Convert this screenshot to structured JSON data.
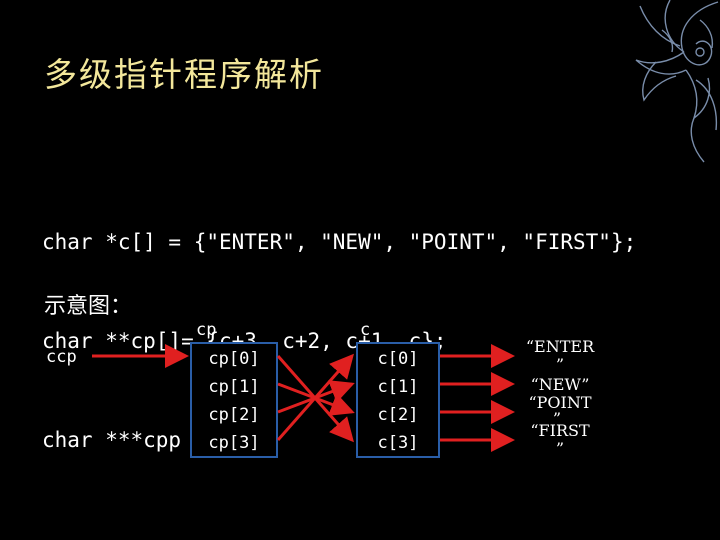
{
  "title": "多级指针程序解析",
  "code_lines": [
    "char *c[] = {\"ENTER\", \"NEW\", \"POINT\", \"FIRST\"};",
    "char **cp[]= {c+3, c+2, c+1, c};",
    "char ***cpp = cp;"
  ],
  "diagram_label": "示意图：",
  "ccp_label": "ccp",
  "cp_header": "cp",
  "c_header": "c",
  "cp_cells": [
    "cp[0]",
    "cp[1]",
    "cp[2]",
    "cp[3]"
  ],
  "c_cells": [
    "c[0]",
    "c[1]",
    "c[2]",
    "c[3]"
  ],
  "strings": {
    "s0_line1": "“ENTER",
    "s0_line2": "”",
    "s1_line1": "“NEW”",
    "s2_line1": "“POINT",
    "s2_line2": "”",
    "s3_line1": "“FIRST",
    "s3_line2": "”"
  },
  "colors": {
    "title": "#f3e79b",
    "arrow": "#e02020",
    "box_border": "#2a5ea8",
    "background": "#000000"
  },
  "icons": {
    "corner_decoration": "swirl-ornament-icon"
  }
}
